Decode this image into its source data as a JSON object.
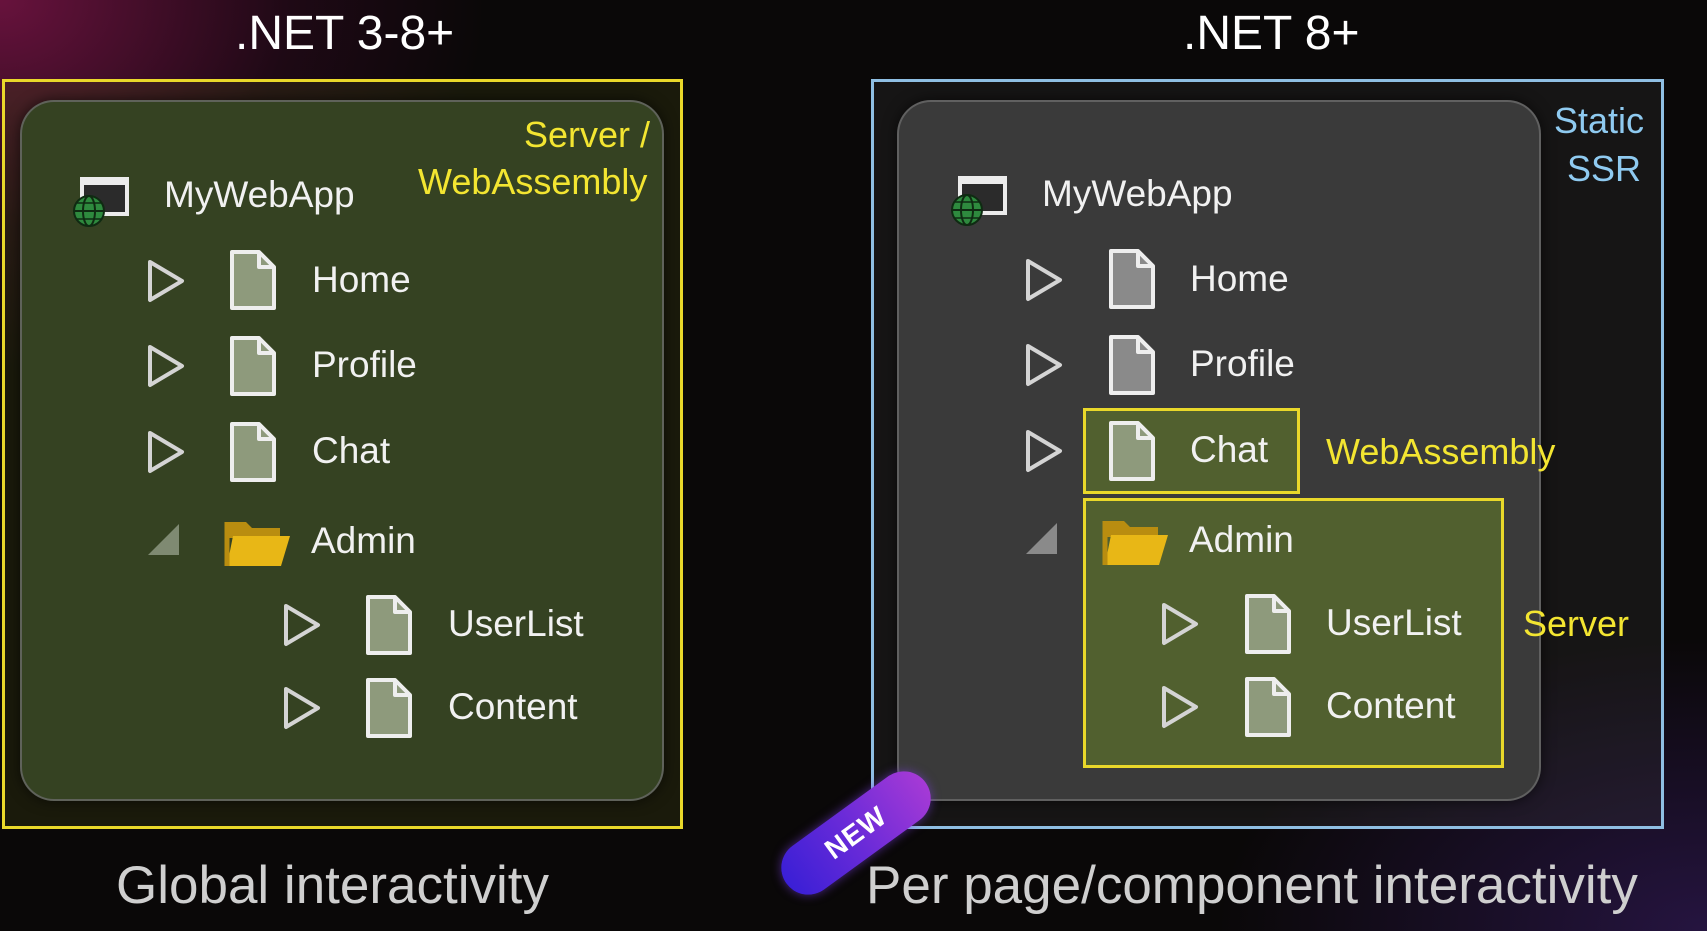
{
  "left_panel": {
    "heading": ".NET 3-8+",
    "mode_line1": "Server /",
    "mode_line2": "WebAssembly",
    "caption": "Global interactivity",
    "tree": {
      "app": "MyWebApp",
      "home": "Home",
      "profile": "Profile",
      "chat": "Chat",
      "admin": "Admin",
      "userlist": "UserList",
      "content": "Content"
    }
  },
  "right_panel": {
    "heading": ".NET 8+",
    "mode_line1": "Static",
    "mode_line2": "SSR",
    "chat_mode": "WebAssembly",
    "admin_mode": "Server",
    "caption": "Per page/component interactivity",
    "tree": {
      "app": "MyWebApp",
      "home": "Home",
      "profile": "Profile",
      "chat": "Chat",
      "admin": "Admin",
      "userlist": "UserList",
      "content": "Content"
    }
  },
  "badge": {
    "label": "NEW"
  },
  "colors": {
    "interactive_border": "#e9d82a",
    "static_border": "#8fbfe3",
    "interactive_fill": "#51602f",
    "static_fill": "#3a3a3a",
    "folder": "#e8b716"
  },
  "icons": {
    "app": "web-app-globe-icon",
    "page": "page-icon",
    "folder": "open-folder-icon",
    "collapsed": "triangle-collapsed-icon",
    "expanded": "triangle-expanded-icon"
  }
}
